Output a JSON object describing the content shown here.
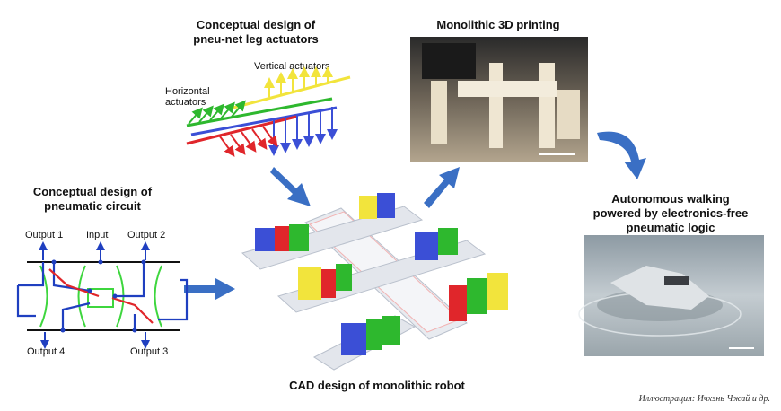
{
  "titles": {
    "pneu_net": [
      "Conceptual design of",
      "pneu-net leg actuators"
    ],
    "printing": "Monolithic 3D printing",
    "autonomous": [
      "Autonomous walking",
      "powered by electronics-free",
      "pneumatic logic"
    ],
    "circuit": [
      "Conceptual design of",
      "pneumatic circuit"
    ],
    "cad": "CAD design of monolithic robot"
  },
  "actuator_labels": {
    "vertical": "Vertical actuators",
    "horizontal": [
      "Horizontal",
      "actuators"
    ]
  },
  "circuit_labels": {
    "output1": "Output 1",
    "input": "Input",
    "output2": "Output 2",
    "output4": "Output 4",
    "output3": "Output 3"
  },
  "credit": "Иллюстрация: Ичхэнь Чжай и др.",
  "colors": {
    "arrow_blue": "#3a6fc4",
    "actuator_yellow": "#f2e43c",
    "actuator_blue": "#3b4fd6",
    "actuator_red": "#e0262b",
    "actuator_green": "#2eb82e",
    "circuit_blue": "#1f3fc0",
    "circuit_green": "#3ed63e",
    "circuit_red": "#e0262b"
  }
}
